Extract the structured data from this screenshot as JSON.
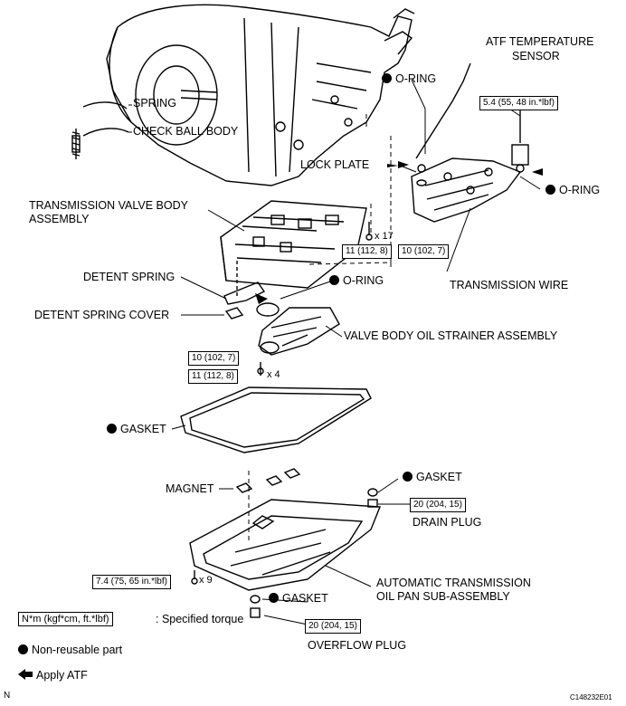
{
  "labels": {
    "spring": "SPRING",
    "check_ball_body": "CHECK BALL BODY",
    "atf_temp_sensor_1": "ATF TEMPERATURE",
    "atf_temp_sensor_2": "SENSOR",
    "oring_top": "O-RING",
    "lock_plate": "LOCK PLATE",
    "oring_right": "O-RING",
    "valve_body_1": "TRANSMISSION VALVE BODY",
    "valve_body_2": "ASSEMBLY",
    "transmission_wire": "TRANSMISSION WIRE",
    "detent_spring": "DETENT SPRING",
    "oring_mid": "O-RING",
    "detent_spring_cover": "DETENT SPRING COVER",
    "strainer": "VALVE BODY OIL STRAINER ASSEMBLY",
    "gasket_pan": "GASKET",
    "magnet": "MAGNET",
    "gasket_drain": "GASKET",
    "drain_plug": "DRAIN PLUG",
    "oil_pan_1": "AUTOMATIC TRANSMISSION",
    "oil_pan_2": "OIL PAN SUB-ASSEMBLY",
    "gasket_overflow": "GASKET",
    "overflow_plug": "OVERFLOW PLUG"
  },
  "torques": {
    "sensor": "5.4 (55, 48 in.*lbf)",
    "valve_body_a": "11 (112, 8)",
    "valve_body_b": "10 (102, 7)",
    "strainer_a": "10 (102, 7)",
    "strainer_b": "11 (112, 8)",
    "drain": "20 (204, 15)",
    "pan": "7.4 (75, 65 in.*lbf)",
    "overflow": "20 (204, 15)"
  },
  "counts": {
    "valve_body_bolts": "x 17",
    "strainer_bolts": "x 4",
    "pan_bolts": "x 9"
  },
  "legend": {
    "torque_box": "N*m (kgf*cm, ft.*lbf)",
    "torque_text": ": Specified torque",
    "non_reusable": "Non-reusable part",
    "apply_atf": "Apply ATF"
  },
  "corner_left": "N",
  "figure_code": "C148232E01"
}
